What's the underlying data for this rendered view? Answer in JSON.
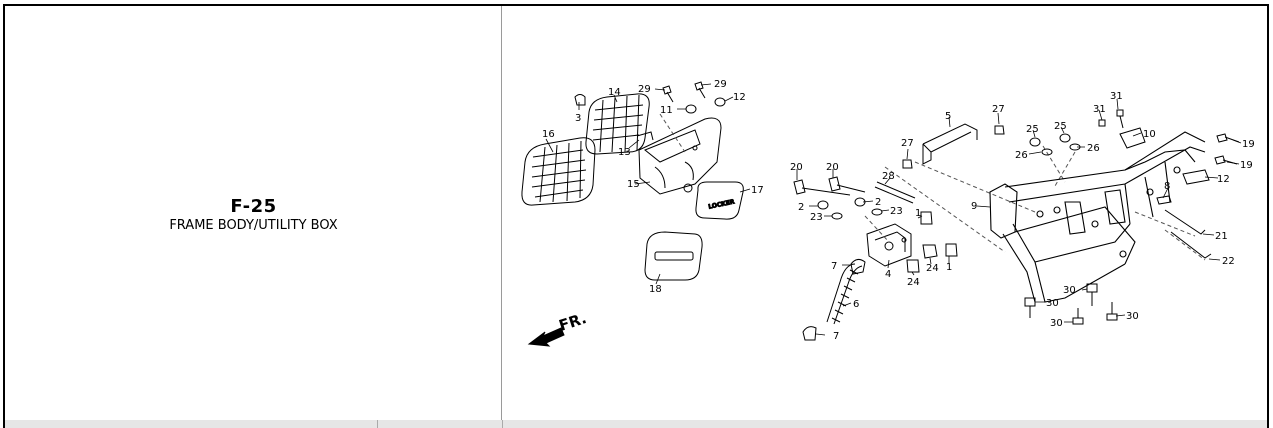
{
  "title": {
    "code": "F-25",
    "name": "FRAME BODY/UTILITY BOX"
  },
  "diagram": {
    "direction_label": "FR.",
    "box_marking": "LOCKER",
    "callouts": [
      "1",
      "1",
      "2",
      "2",
      "3",
      "4",
      "5",
      "6",
      "7",
      "7",
      "8",
      "9",
      "10",
      "11",
      "12",
      "12",
      "13",
      "14",
      "15",
      "16",
      "17",
      "18",
      "19",
      "19",
      "20",
      "20",
      "21",
      "22",
      "23",
      "23",
      "24",
      "24",
      "25",
      "25",
      "26",
      "26",
      "27",
      "27",
      "28",
      "29",
      "29",
      "30",
      "30",
      "30",
      "30",
      "31",
      "31"
    ]
  }
}
